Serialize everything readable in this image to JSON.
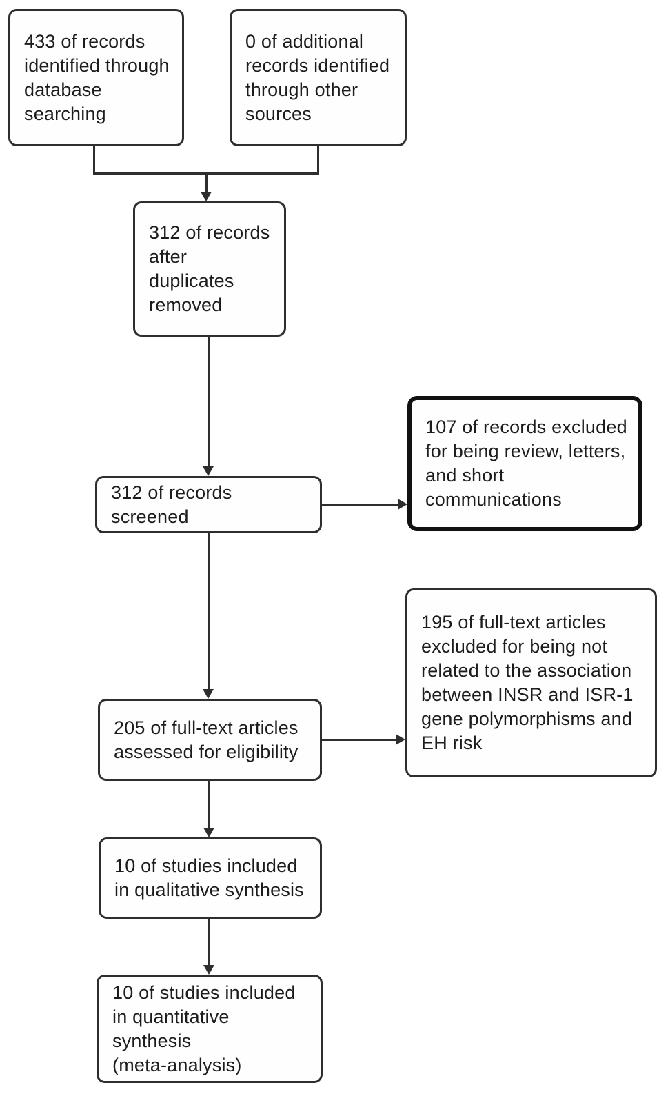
{
  "colors": {
    "background": "#ffffff",
    "line": "#2e2e2e",
    "text": "#1c1c1c",
    "emphasis_border": "#111111",
    "box_fill": "#fefefe"
  },
  "flowchart": {
    "type": "prisma-study-selection-flow-diagram",
    "boxes": {
      "identified_database": {
        "text": "433 of records\nidentified through\ndatabase\nsearching",
        "count": 433,
        "emphasis": false
      },
      "identified_other": {
        "text": "0 of additional\nrecords identified\nthrough other\nsources",
        "count": 0,
        "emphasis": false
      },
      "after_duplicates": {
        "text": "312 of records\nafter\nduplicates\nremoved",
        "count": 312,
        "emphasis": false
      },
      "screened": {
        "text": "312 of records screened",
        "count": 312,
        "emphasis": false
      },
      "records_excluded": {
        "text": "107 of records excluded\nfor being review, letters,\nand short\ncommunications",
        "count": 107,
        "emphasis": true
      },
      "fulltext_assessed": {
        "text": "205 of full-text articles\nassessed for eligibility",
        "count": 205,
        "emphasis": false
      },
      "fulltext_excluded": {
        "text": "195 of full-text articles\nexcluded for being not\nrelated to the association\nbetween INSR and ISR-1\ngene polymorphisms and\nEH risk",
        "count": 195,
        "emphasis": false
      },
      "qualitative": {
        "text": "10 of studies included\nin qualitative synthesis",
        "count": 10,
        "emphasis": false
      },
      "quantitative": {
        "text": "10 of studies included\nin quantitative synthesis\n(meta-analysis)",
        "count": 10,
        "emphasis": false
      }
    },
    "edges": [
      {
        "from": "identified_database",
        "to": "after_duplicates"
      },
      {
        "from": "identified_other",
        "to": "after_duplicates"
      },
      {
        "from": "after_duplicates",
        "to": "screened"
      },
      {
        "from": "screened",
        "to": "records_excluded"
      },
      {
        "from": "screened",
        "to": "fulltext_assessed"
      },
      {
        "from": "fulltext_assessed",
        "to": "fulltext_excluded"
      },
      {
        "from": "fulltext_assessed",
        "to": "qualitative"
      },
      {
        "from": "qualitative",
        "to": "quantitative"
      }
    ]
  }
}
